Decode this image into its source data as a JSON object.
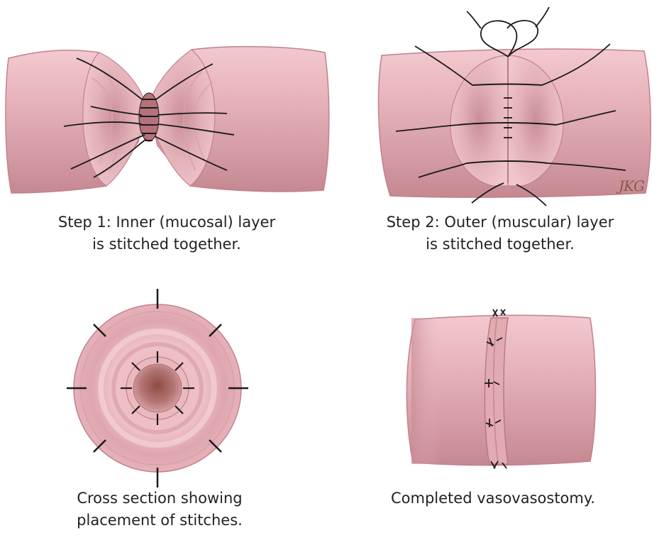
{
  "colors": {
    "tube_light": "#f0c6cc",
    "tube_mid": "#dca0a8",
    "tube_dark": "#b97c84",
    "inner_dark": "#a86a66",
    "suture": "#1a1a1a",
    "outline": "#c4808c"
  },
  "panels": [
    {
      "id": "step1",
      "caption_lines": [
        "Step 1: Inner (mucosal) layer",
        "is stitched together."
      ]
    },
    {
      "id": "step2",
      "caption_lines": [
        "Step 2: Outer (muscular) layer",
        "is stitched together."
      ]
    },
    {
      "id": "cross_section",
      "caption_lines": [
        "Cross section showing",
        "placement of stitches."
      ]
    },
    {
      "id": "completed",
      "caption_lines": [
        "Completed vasovasostomy."
      ]
    }
  ],
  "signature": "JKG"
}
